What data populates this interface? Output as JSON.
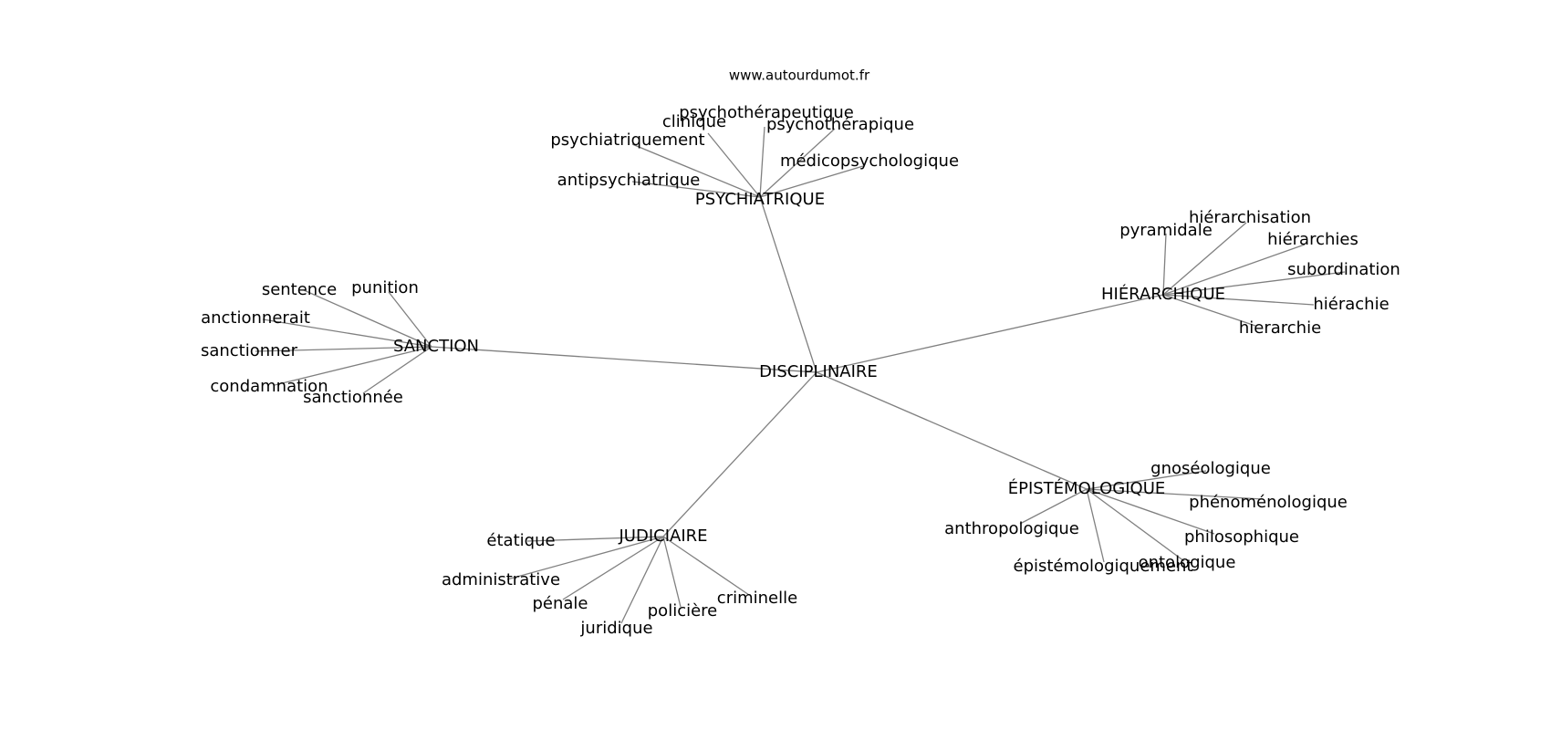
{
  "watermark": "www.autourdumot.fr",
  "center": "DISCIPLINAIRE",
  "clusters": [
    {
      "hub": "PSYCHIATRIQUE",
      "leaves": [
        "psychothérapeutique",
        "clinique",
        "psychothérapique",
        "psychiatriquement",
        "médicopsychologique",
        "antipsychiatrique"
      ]
    },
    {
      "hub": "HIÉRARCHIQUE",
      "leaves": [
        "hiérarchisation",
        "pyramidale",
        "hiérarchies",
        "subordination",
        "hiérachie",
        "hierarchie"
      ]
    },
    {
      "hub": "SANCTION",
      "leaves": [
        "sentence",
        "punition",
        "anctionnerait",
        "sanctionner",
        "condamnation",
        "sanctionnée"
      ]
    },
    {
      "hub": "ÉPISTÉMOLOGIQUE",
      "leaves": [
        "gnoséologique",
        "phénoménologique",
        "anthropologique",
        "philosophique",
        "épistémologiquement",
        "ontologique"
      ]
    },
    {
      "hub": "JUDICIAIRE",
      "leaves": [
        "étatique",
        "administrative",
        "pénale",
        "criminelle",
        "policière",
        "juridique"
      ]
    }
  ]
}
